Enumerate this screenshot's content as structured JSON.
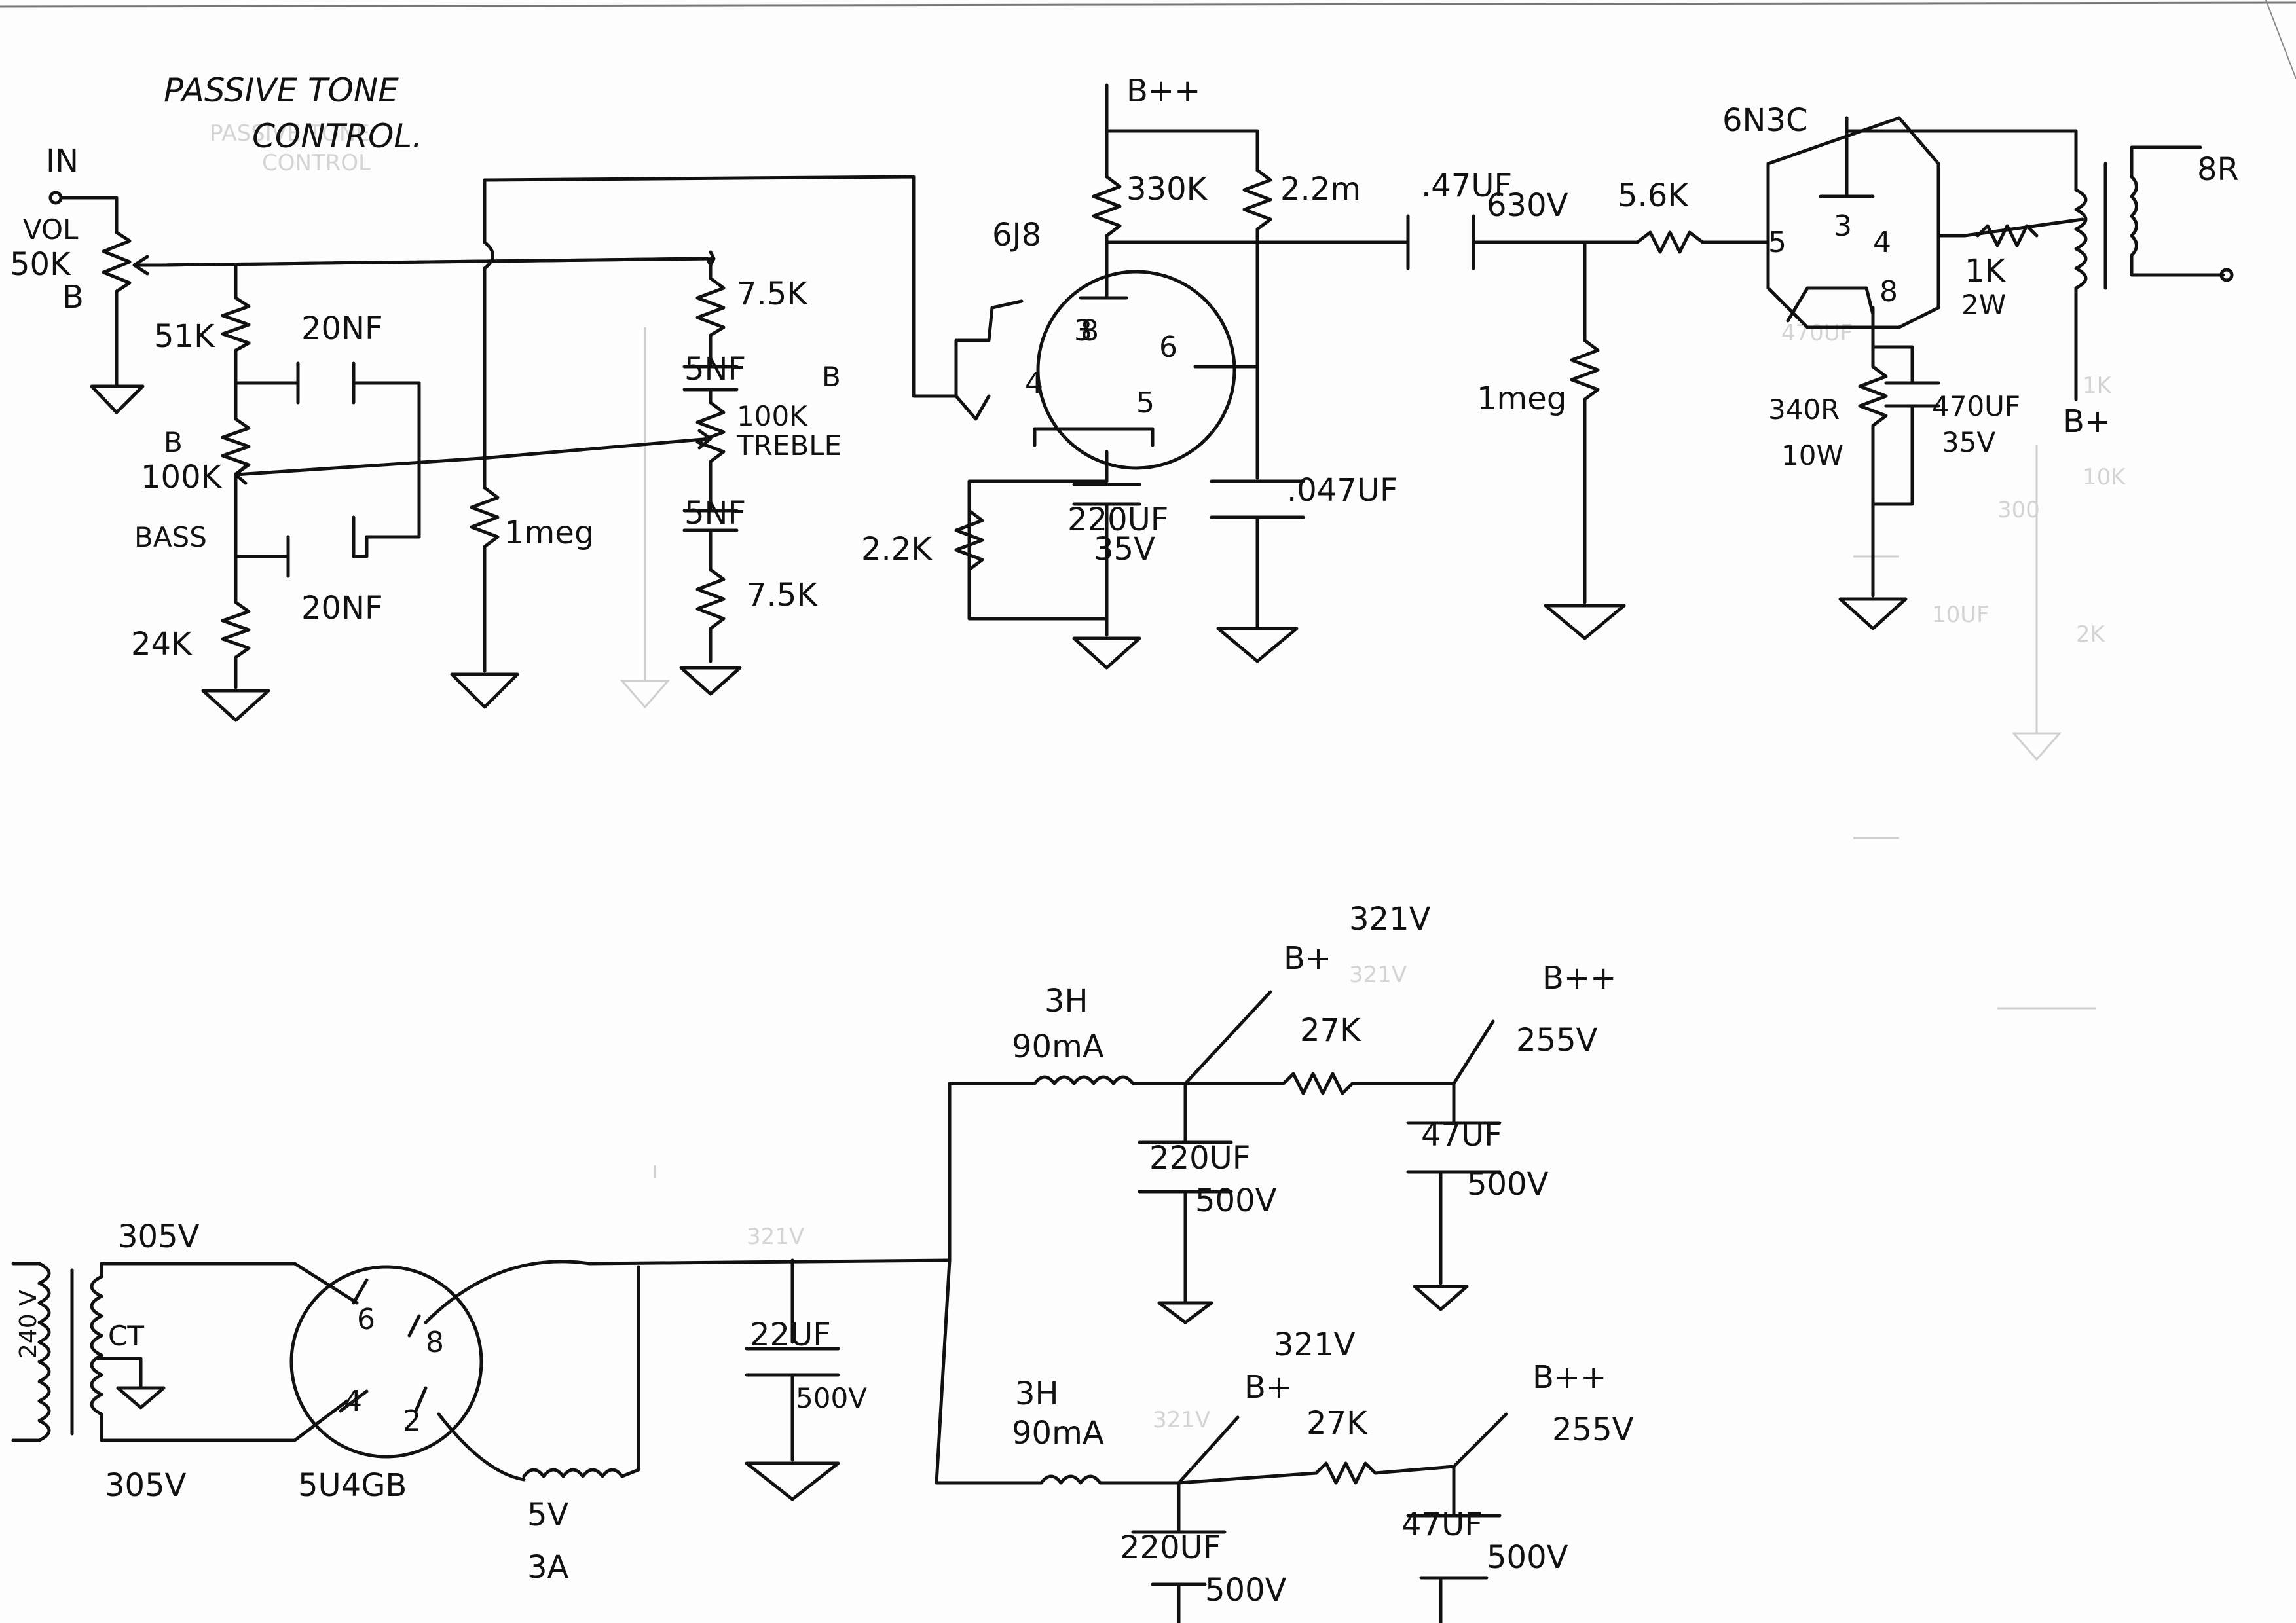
{
  "title": {
    "line1": "PASSIVE TONE",
    "line2": "CONTROL."
  },
  "preamp": {
    "input": {
      "in": "IN",
      "vol": "VOL",
      "value": "50K",
      "b": "B"
    },
    "tone": {
      "r_51k": "51K",
      "c_top": "20NF",
      "bass_pot": {
        "b": "B",
        "value": "100K",
        "name": "BASS"
      },
      "c_bot": "20NF",
      "r_24k": "24K",
      "r_1meg": "1meg",
      "r_75k_top": "7.5K",
      "c_5nf_top": "5NF",
      "treble_pot": {
        "b": "B",
        "value": "100K",
        "name": "TREBLE"
      },
      "c_5nf_bot": "5NF",
      "r_75k_bot": "7.5K"
    },
    "tube1": {
      "name": "6J8",
      "pins": [
        "3",
        "8",
        "4",
        "6",
        "5"
      ],
      "plate_r": "330K",
      "screen_r": "2.2m",
      "cathode_r": "2.2K",
      "cathode_c": {
        "value": "220UF",
        "voltage": "35V"
      },
      "screen_c": ".047UF",
      "supply": "B++"
    },
    "coupling": {
      "c_value": ".47UF",
      "c_voltage": "630V",
      "grid_stop": "5.6K",
      "grid_leak": "1meg"
    },
    "tube2": {
      "name": "6N3C",
      "pins": [
        "3",
        "5",
        "4",
        "8"
      ],
      "screen_r": {
        "value": "1K",
        "power": "2W"
      },
      "cathode_r": {
        "value": "340R",
        "power": "10W"
      },
      "cathode_c": {
        "value": "470UF",
        "voltage": "35V"
      },
      "supply": "B+",
      "speaker": "8R"
    }
  },
  "psu": {
    "transformer": {
      "hv_top": "305V",
      "ct": "CT",
      "hv_bot": "305V",
      "primary": "240 V"
    },
    "rectifier": {
      "name": "5U4GB",
      "pins": [
        "6",
        "8",
        "4",
        "2"
      ],
      "heater": "5V",
      "heater_current": "3A"
    },
    "reservoir": {
      "value": "22UF",
      "voltage": "500V"
    },
    "branch_a": {
      "choke": "3H",
      "choke_current": "90mA",
      "bplus_label": "B+",
      "bplus_voltage": "321V",
      "c1": {
        "value": "220UF",
        "voltage": "500V"
      },
      "dropper": "27K",
      "bplusplus_label": "B++",
      "bplusplus_voltage": "255V",
      "c2": {
        "value": "47UF",
        "voltage": "500V"
      }
    },
    "branch_b": {
      "choke": "3H",
      "choke_current": "90mA",
      "bplus_label": "B+",
      "bplus_voltage": "321V",
      "c1": {
        "value": "220UF",
        "voltage": "500V"
      },
      "dropper": "27K",
      "bplusplus_label": "B++",
      "bplusplus_voltage": "255V",
      "c2": {
        "value": "47UF",
        "voltage": "500V"
      }
    }
  },
  "bleed_through": {
    "title1": "PASSIVE TONE",
    "title2": "CONTROL",
    "t_top": "321V",
    "t_mid": "321V",
    "t_psu": "321V",
    "t_470uf": "470UF",
    "t_1k": "1K",
    "t_10k": "10K",
    "t_300": "300",
    "t_10uf": "10UF",
    "t_2k": "2K"
  }
}
